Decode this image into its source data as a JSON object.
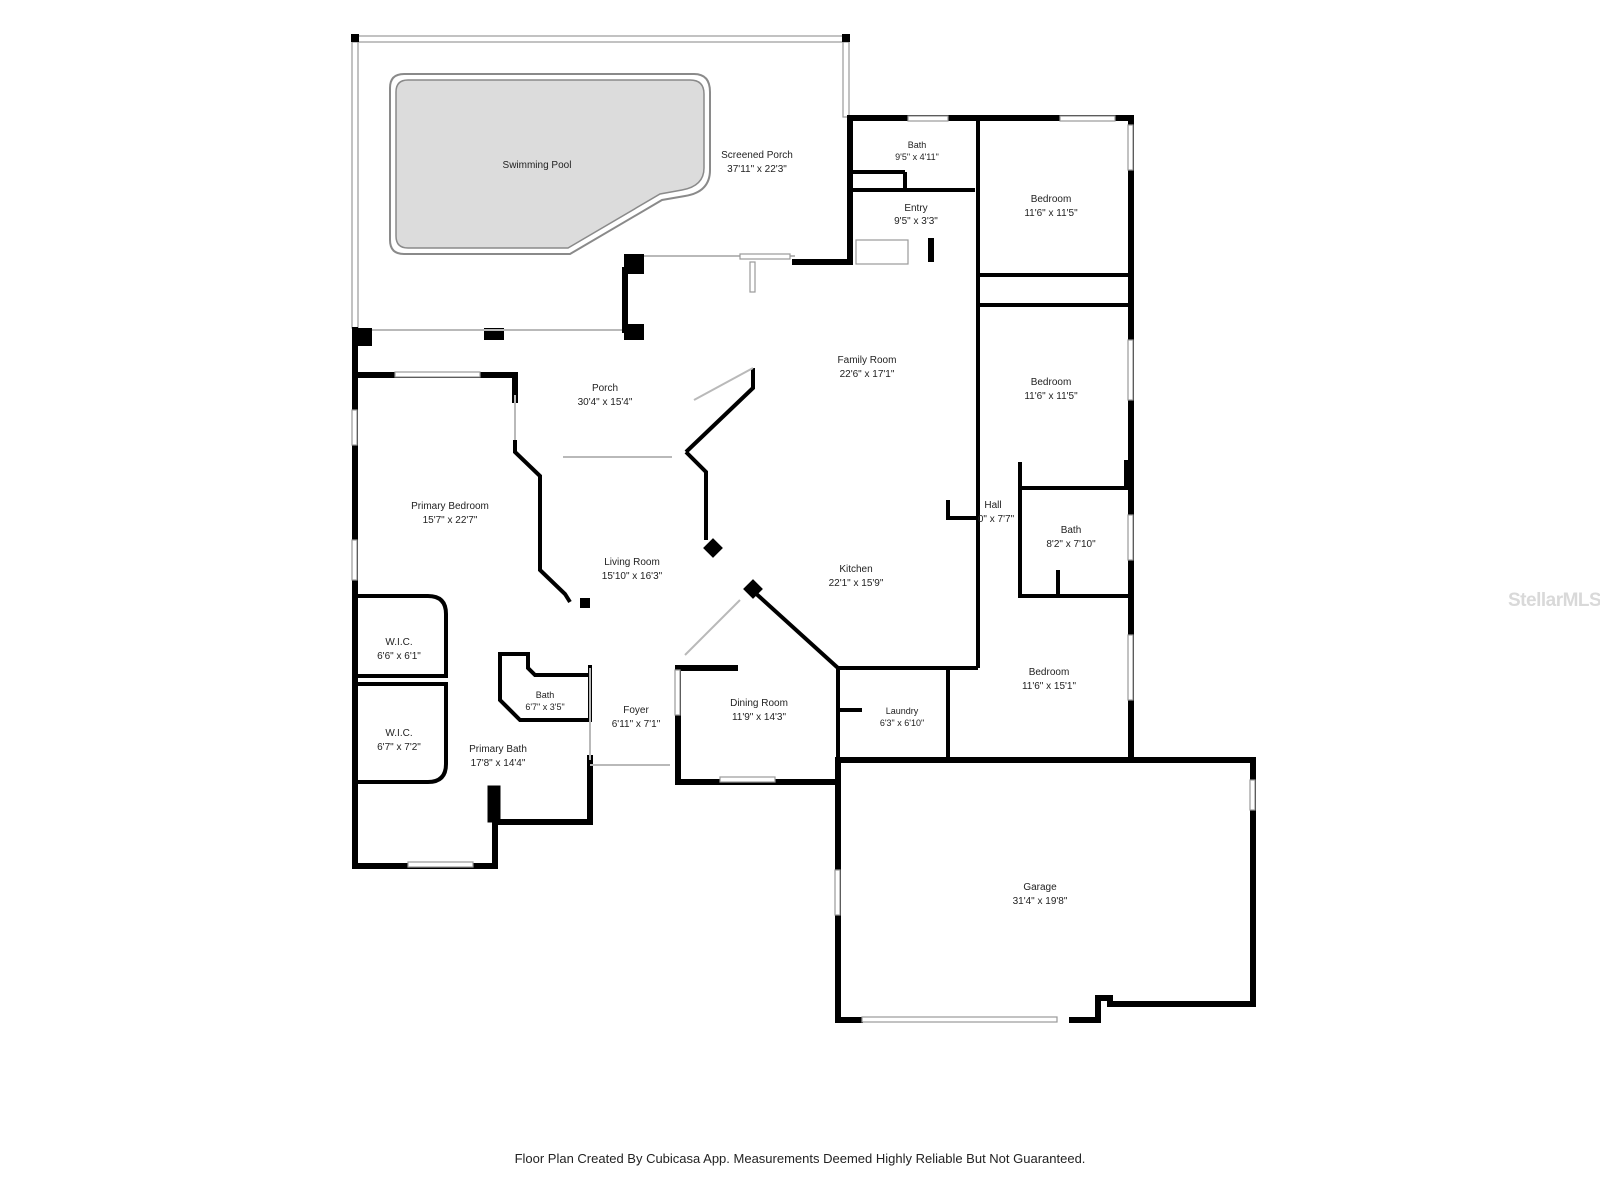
{
  "rooms": {
    "swimming_pool": {
      "name": "Swimming Pool"
    },
    "screened_porch": {
      "name": "Screened Porch",
      "dims": "37'11\" x 22'3\""
    },
    "bath_top": {
      "name": "Bath",
      "dims": "9'5\" x 4'11\""
    },
    "entry": {
      "name": "Entry",
      "dims": "9'5\" x 3'3\""
    },
    "bedroom_1": {
      "name": "Bedroom",
      "dims": "11'6\" x 11'5\""
    },
    "bedroom_2": {
      "name": "Bedroom",
      "dims": "11'6\" x 11'5\""
    },
    "family_room": {
      "name": "Family Room",
      "dims": "22'6\" x 17'1\""
    },
    "porch": {
      "name": "Porch",
      "dims": "30'4\" x 15'4\""
    },
    "primary_bedroom": {
      "name": "Primary Bedroom",
      "dims": "15'7\" x 22'7\""
    },
    "hall": {
      "name": "Hall",
      "dims": "0\" x 7'7\""
    },
    "bath_right": {
      "name": "Bath",
      "dims": "8'2\" x 7'10\""
    },
    "living_room": {
      "name": "Living Room",
      "dims": "15'10\" x 16'3\""
    },
    "kitchen": {
      "name": "Kitchen",
      "dims": "22'1\" x 15'9\""
    },
    "wic_1": {
      "name": "W.I.C.",
      "dims": "6'6\" x 6'1\""
    },
    "bath_small": {
      "name": "Bath",
      "dims": "6'7\" x 3'5\""
    },
    "foyer": {
      "name": "Foyer",
      "dims": "6'11\" x 7'1\""
    },
    "dining_room": {
      "name": "Dining Room",
      "dims": "11'9\" x 14'3\""
    },
    "laundry": {
      "name": "Laundry",
      "dims": "6'3\" x 6'10\""
    },
    "bedroom_3": {
      "name": "Bedroom",
      "dims": "11'6\" x 15'1\""
    },
    "wic_2": {
      "name": "W.I.C.",
      "dims": "6'7\" x 7'2\""
    },
    "primary_bath": {
      "name": "Primary Bath",
      "dims": "17'8\" x 14'4\""
    },
    "garage": {
      "name": "Garage",
      "dims": "31'4\" x 19'8\""
    }
  },
  "footer": "Floor Plan Created By Cubicasa App. Measurements Deemed Highly Reliable But Not Guaranteed.",
  "watermark": "StellarMLS",
  "colors": {
    "wall": "#000000",
    "pool_fill": "#dcdcdc",
    "window": "#9a9a9a",
    "watermark": "#d9d9d9"
  }
}
